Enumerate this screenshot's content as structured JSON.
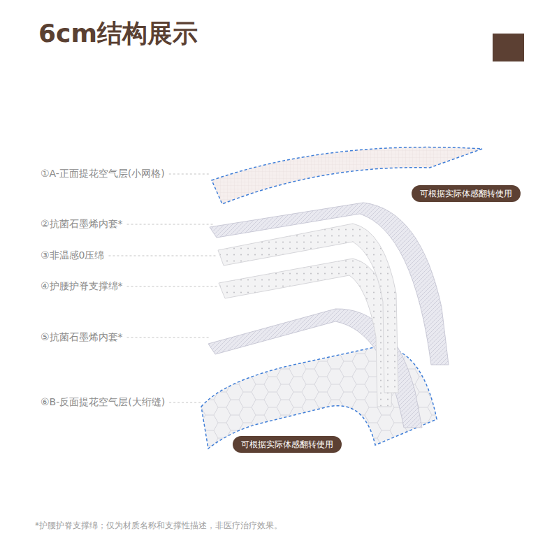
{
  "diagram": {
    "title": "6cm结构展示",
    "caption": "*护腰护脊支撑绵；仅为材质名称和支撑性描述，非医疗治疗效果。",
    "nodes": [
      {
        "text": [
          "可根据实际体感翻转使用"
        ]
      },
      {
        "text": [
          "可根据实际体感翻转使用"
        ]
      }
    ],
    "labels": [
      "①A-正面提花空气层(小网格)",
      "②抗菌石墨烯内套*",
      "③非温感0压绵",
      "④护腰护脊支撑绵*",
      "⑤抗菌石墨烯内套*",
      "⑥B-反面提花空气层(大绗缝)"
    ]
  }
}
